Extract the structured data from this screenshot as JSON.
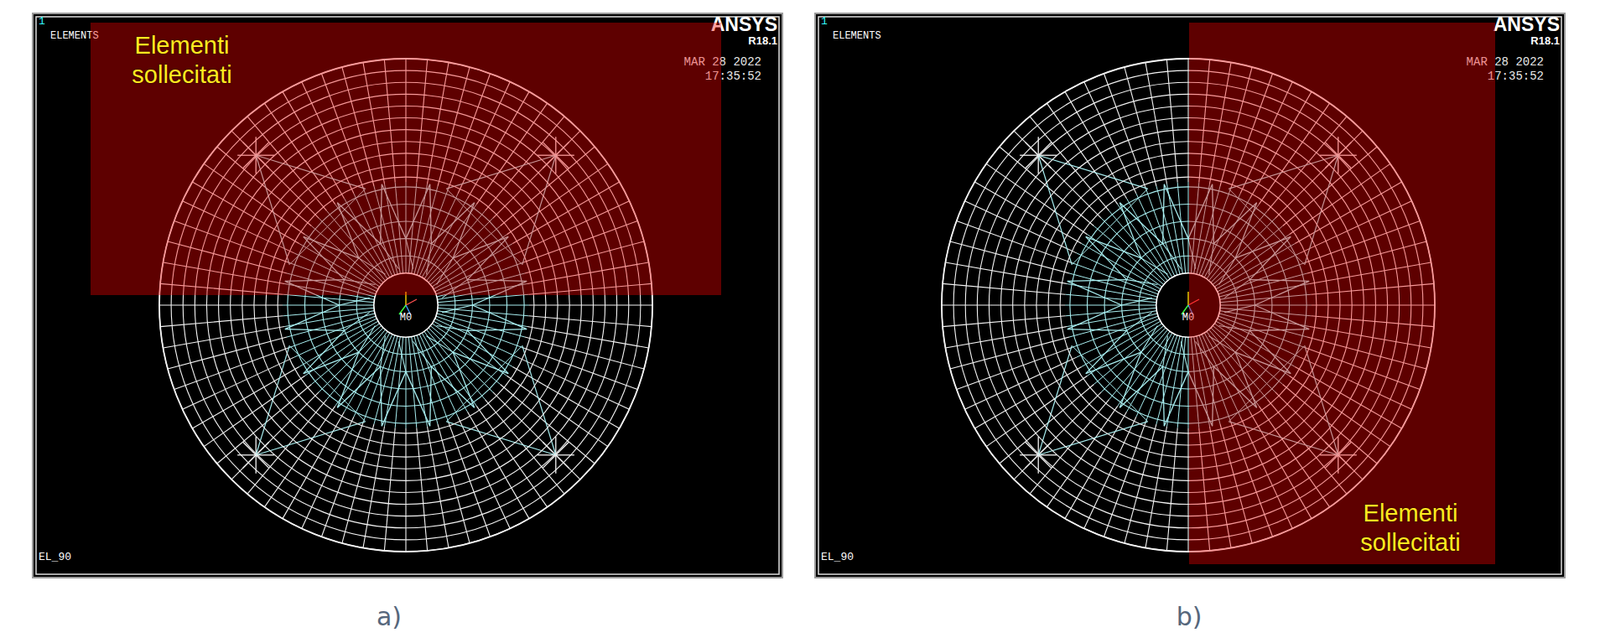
{
  "diagram": {
    "nodes": [
      {
        "text": [
          "1",
          "ELEMENTS",
          "ANSYS",
          "R18.1",
          "MAR 28 2022",
          "17:35:52",
          "M0",
          "EL_90"
        ]
      },
      {
        "text": [
          "Elementi sollecitati"
        ],
        "in": 0
      },
      {
        "text": [
          "1",
          "ELEMENTS",
          "ANSYS",
          "R18.1",
          "MAR 28 2022",
          "17:35:52",
          "M0",
          "EL_90"
        ]
      },
      {
        "text": [
          "Elementi sollecitati"
        ],
        "in": 2
      }
    ],
    "labels": [
      "a)",
      "b)"
    ]
  }
}
